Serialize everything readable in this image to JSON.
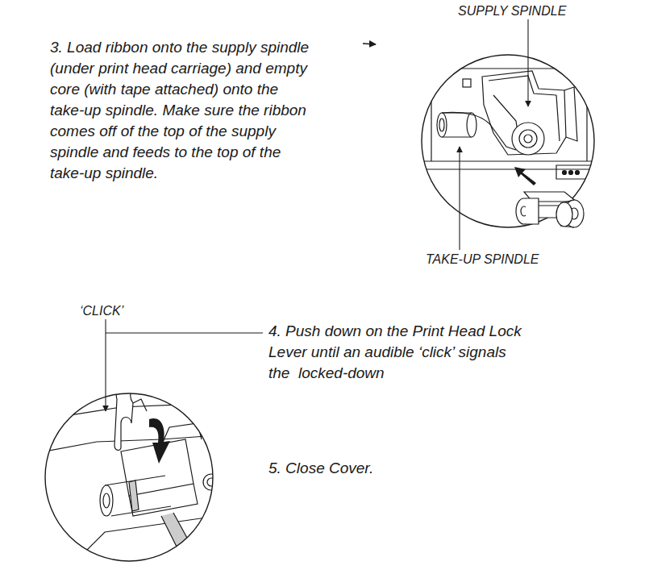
{
  "diagram": {
    "labels": [
      "3. Load ribbon onto the supply spindle (under print head carriage) and empty core (with tape attached) onto the take-up spindle. Make sure the ribbon comes off of the top of the supply spindle and feeds to the top of the take-up spindle.",
      "SUPPLY SPINDLE",
      "TAKE-UP SPINDLE",
      "‘CLICK’",
      "4. Push down on the Print Head Lock Lever until an audible ‘click’ signals the  locked-down",
      "5. Close Cover."
    ]
  }
}
